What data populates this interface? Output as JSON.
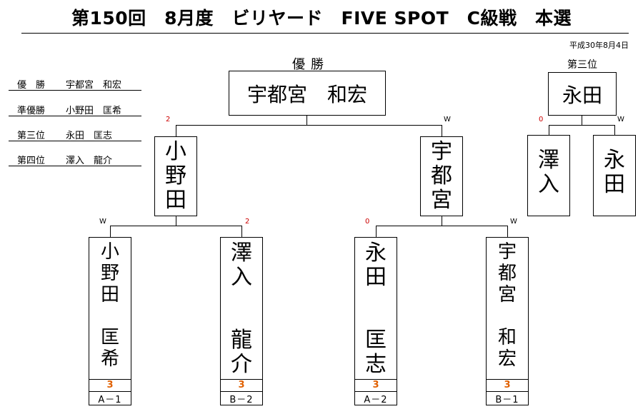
{
  "title": "第150回　8月度　ビリヤード　FIVE SPOT　C級戦　本選",
  "date": "平成30年8月4日",
  "results": [
    {
      "rank": "優　勝",
      "name": "宇都宮　和宏"
    },
    {
      "rank": "準優勝",
      "name": "小野田　匡希"
    },
    {
      "rank": "第三位",
      "name": "永田　匡志"
    },
    {
      "rank": "第四位",
      "name": "澤入　龍介"
    }
  ],
  "champion": {
    "label": "優勝",
    "name": "宇都宮　和宏"
  },
  "third_place": {
    "label": "第三位",
    "name": "永田"
  },
  "final": {
    "left": [
      "小",
      "野",
      "田"
    ],
    "right": [
      "宇",
      "都",
      "宮"
    ],
    "left_score": "2",
    "right_score": "W"
  },
  "third_match": {
    "left": [
      "澤",
      "入"
    ],
    "right": [
      "永",
      "田"
    ],
    "left_score": "0",
    "right_score": "W"
  },
  "round1": [
    {
      "name": [
        "小",
        "野",
        "田",
        "匡",
        "希"
      ],
      "score": "W",
      "points": "3",
      "seed": "A－1"
    },
    {
      "name": [
        "澤",
        "入",
        "龍",
        "介"
      ],
      "score": "2",
      "points": "3",
      "seed": "B－2"
    },
    {
      "name": [
        "永",
        "田",
        "匡",
        "志"
      ],
      "score": "0",
      "points": "3",
      "seed": "A－2"
    },
    {
      "name": [
        "宇",
        "都",
        "宮",
        "和",
        "宏"
      ],
      "score": "W",
      "points": "3",
      "seed": "B－1"
    }
  ]
}
